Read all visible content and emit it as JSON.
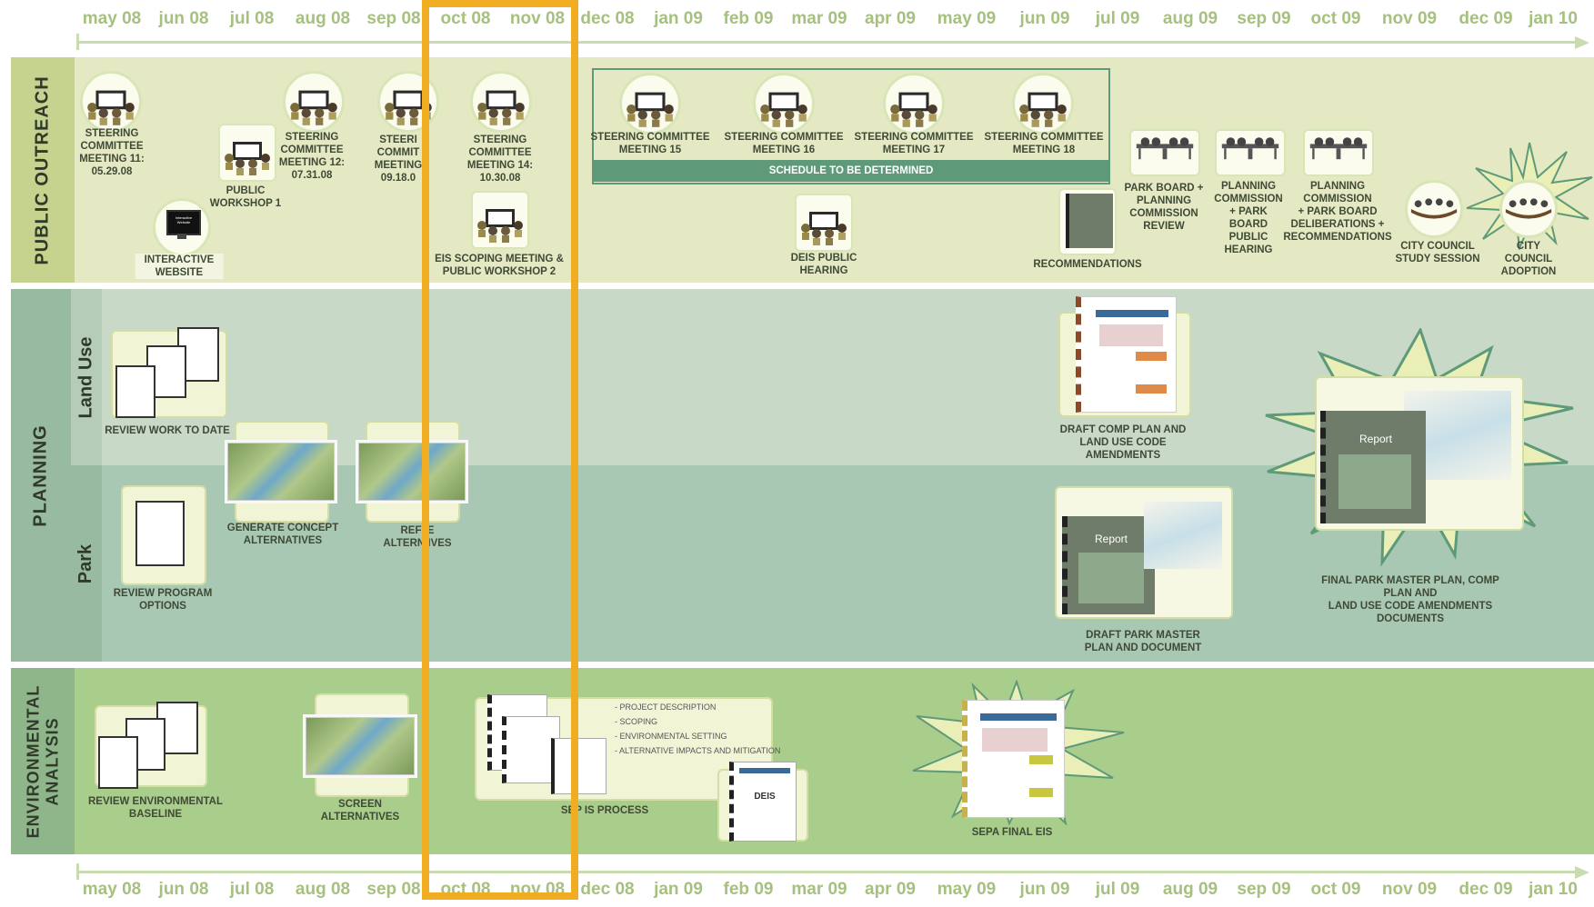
{
  "timeline": {
    "months": [
      "may 08",
      "jun 08",
      "jul 08",
      "aug 08",
      "sep 08",
      "oct 08",
      "nov 08",
      "dec 08",
      "jan 09",
      "feb 09",
      "mar 09",
      "apr 09",
      "may 09",
      "jun 09",
      "jul 09",
      "aug 09",
      "sep 09",
      "oct 09",
      "nov 09",
      "dec 09",
      "jan 10"
    ]
  },
  "colors": {
    "outreach_band": "#e4e9c4",
    "planning_landuse_band": "#c8d9c8",
    "planning_park_band": "#a9c8b4",
    "environmental_band": "#a9cd8a",
    "section_label_outreach": "#c6d38e",
    "section_label_planning": "#98bba0",
    "section_label_env": "#8fb58a",
    "highlight": "#f0ad22",
    "schedule_bar": "#5e9a7a",
    "month_text": "#a6c17f"
  },
  "sections": {
    "outreach": "PUBLIC OUTREACH",
    "planning": "PLANNING",
    "land_use": "Land Use",
    "park": "Park",
    "environmental_1": "ENVIRONMENTAL",
    "environmental_2": "ANALYSIS"
  },
  "outreach": {
    "sc11": "STEERING\nCOMMITTEE\nMEETING 11:\n05.29.08",
    "workshop1": "PUBLIC\nWORKSHOP 1",
    "website": "INTERACTIVE\nWEBSITE",
    "website_screen": "Interactive\nWebsite",
    "sc12": "STEERING\nCOMMITTEE\nMEETING 12:\n07.31.08",
    "sc13": "STEERI\nCOMMIT\nMEETING\n09.18.0",
    "sc14": "STEERING\nCOMMITTEE\nMEETING 14:\n10.30.08",
    "eis_scoping": "EIS SCOPING MEETING &\nPUBLIC WORKSHOP 2",
    "sc15": "STEERING  COMMITTEE\nMEETING 15",
    "sc16": "STEERING COMMITTEE\nMEETING 16",
    "sc17": "STEERING COMMITTEE\nMEETING 17",
    "sc18": "STEERING COMMITTEE\nMEETING 18",
    "schedule_tbd": "SCHEDULE TO BE DETERMINED",
    "deis_hearing": "DEIS PUBLIC\nHEARING",
    "recommendations": "RECOMMENDATIONS",
    "parkboard_review": "PARK BOARD +\nPLANNING\nCOMMISSION\nREVIEW",
    "pc_hearing": "PLANNING\nCOMMISSION\n+ PARK\nBOARD\nPUBLIC\nHEARING",
    "pc_deliberations": "PLANNING\nCOMMISSION\n+ PARK BOARD\nDELIBERATIONS +\nRECOMMENDATIONS",
    "cc_study": "CITY COUNCIL\nSTUDY SESSION",
    "cc_adoption": "CITY COUNCIL\nADOPTION"
  },
  "planning": {
    "review_work": "REVIEW WORK TO DATE",
    "generate_concepts": "GENERATE CONCEPT\nALTERNATIVES",
    "refine_alternatives": "REFI   E\nALTERN   IVES",
    "review_program": "REVIEW PROGRAM\nOPTIONS",
    "draft_comp_plan": "DRAFT COMP PLAN AND\nLAND USE CODE\nAMENDMENTS",
    "draft_park_plan": "DRAFT PARK MASTER\nPLAN AND DOCUMENT",
    "final_documents": "FINAL PARK MASTER PLAN, COMP PLAN AND\nLAND USE CODE AMENDMENTS DOCUMENTS",
    "report_label": "Report"
  },
  "environmental": {
    "review_baseline": "REVIEW ENVIRONMENTAL\nBASELINE",
    "screen_alternatives": "SCREEN\nALTERNATIVES",
    "sepa_process": "SEP     IS PROCESS",
    "steps": [
      "- PROJECT DESCRIPTION",
      "- SCOPING",
      "- ENVIRONMENTAL SETTING",
      "- ALTERNATIVE IMPACTS AND MITIGATION"
    ],
    "deis_label": "DEIS",
    "sepa_final": "SEPA FINAL EIS"
  }
}
